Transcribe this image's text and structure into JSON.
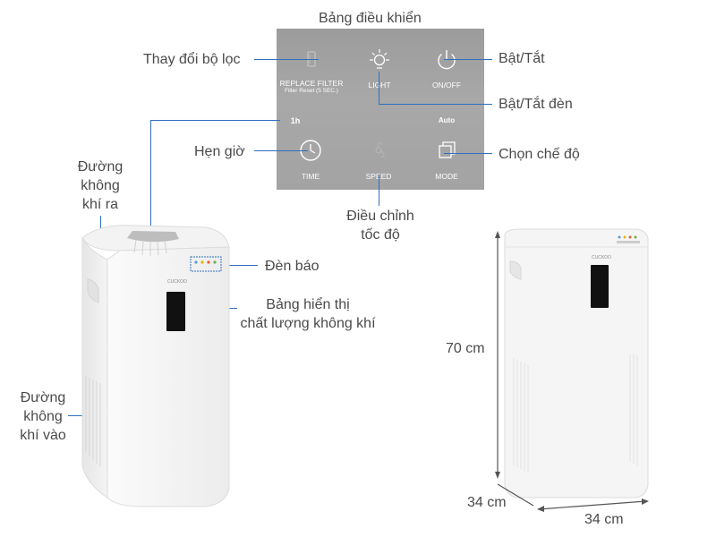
{
  "title": "Bảng điều khiển",
  "panel": {
    "replace_filter": "REPLACE FILTER",
    "filter_reset": "Filter Reset (5 SEC.)",
    "light": "LIGHT",
    "on_off": "ON/OFF",
    "timer_value": "1h",
    "mode_value": "Auto",
    "time": "TIME",
    "speed": "SPEED",
    "mode": "MODE"
  },
  "labels": {
    "change_filter": "Thay đổi bộ lọc",
    "power": "Bật/Tắt",
    "light_toggle": "Bật/Tắt đèn",
    "timer": "Hẹn giờ",
    "mode_select": "Chọn chế độ",
    "speed_adjust": [
      "Điều chỉnh",
      "tốc độ"
    ],
    "air_out": [
      "Đường",
      "không",
      "khí ra"
    ],
    "indicator": "Đèn báo",
    "air_quality": [
      "Bảng hiển thị",
      "chất lượng không khí"
    ],
    "air_in": [
      "Đường",
      "không",
      "khí vào"
    ]
  },
  "brand": "CUCKOO",
  "dimensions": {
    "height": "70 cm",
    "depth": "34 cm",
    "width": "34 cm"
  },
  "colors": {
    "leader_line": "#2f6fbf",
    "panel_bg": "#a3a3a3",
    "device_body": "#f2f2f2"
  }
}
